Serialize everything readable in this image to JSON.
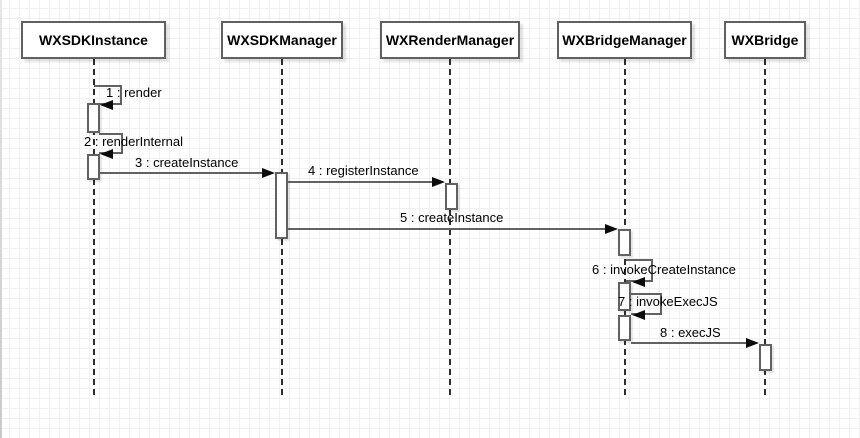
{
  "diagram": {
    "type": "uml-sequence-diagram",
    "participants": [
      "WXSDKInstance",
      "WXSDKManager",
      "WXRenderManager",
      "WXBridgeManager",
      "WXBridge"
    ],
    "messages": [
      {
        "label": "1 : render",
        "from": "WXSDKInstance",
        "to": "WXSDKInstance",
        "kind": "self-call"
      },
      {
        "label": "2 : renderInternal",
        "from": "WXSDKInstance",
        "to": "WXSDKInstance",
        "kind": "self-call"
      },
      {
        "label": "3 : createInstance",
        "from": "WXSDKInstance",
        "to": "WXSDKManager",
        "kind": "call"
      },
      {
        "label": "4 : registerInstance",
        "from": "WXSDKManager",
        "to": "WXRenderManager",
        "kind": "call"
      },
      {
        "label": "5 : createInstance",
        "from": "WXSDKManager",
        "to": "WXBridgeManager",
        "kind": "call"
      },
      {
        "label": "6 : invokeCreateInstance",
        "from": "WXBridgeManager",
        "to": "WXBridgeManager",
        "kind": "self-call"
      },
      {
        "label": "7 : invokeExecJS",
        "from": "WXBridgeManager",
        "to": "WXBridgeManager",
        "kind": "self-call"
      },
      {
        "label": "8 : execJS",
        "from": "WXBridgeManager",
        "to": "WXBridge",
        "kind": "call"
      }
    ],
    "colors": {
      "background": "#ffffff",
      "grid": "#f0f0f0",
      "shape_stroke": "#616161",
      "lifeline_stroke": "#2d2d2d",
      "arrowhead": "#0b0b0b",
      "text": "#000000"
    }
  }
}
